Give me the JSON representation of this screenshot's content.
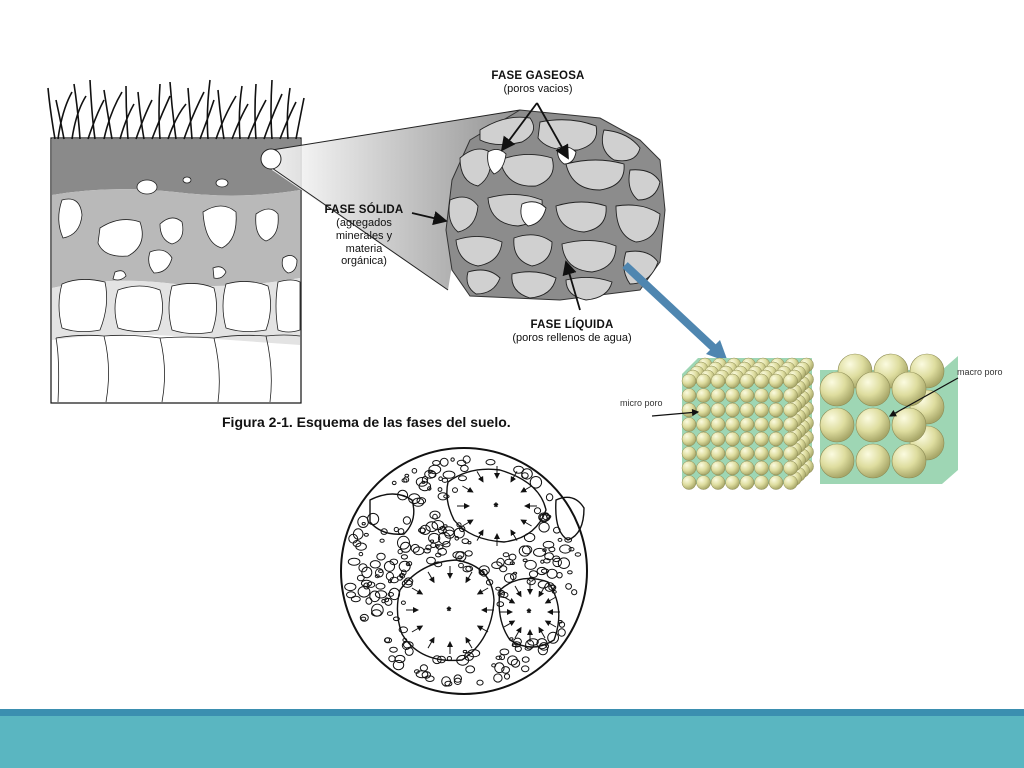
{
  "labels": {
    "gas_title": "FASE GASEOSA",
    "gas_sub": "(poros vacios)",
    "solid_title": "FASE SÓLIDA",
    "solid_sub1": "(agregados",
    "solid_sub2": "minerales y",
    "solid_sub3": "materia",
    "solid_sub4": "orgánica)",
    "liquid_title": "FASE LÍQUIDA",
    "liquid_sub": "(poros rellenos de agua)",
    "caption": "Figura 2-1. Esquema de las fases del suelo.",
    "micro": "micro poro",
    "macro": "macro poro"
  },
  "colors": {
    "accent_bar": "#3b8fb0",
    "footer": "#5ab6c1",
    "pointer_arrow": "#4f86b0",
    "sphere_fill": "#d8d79a",
    "pore_fill": "#9ed6b4",
    "soil_dark": "#8a8a8a",
    "soil_mid": "#b5b5b5",
    "soil_light": "#dcdcdc"
  }
}
